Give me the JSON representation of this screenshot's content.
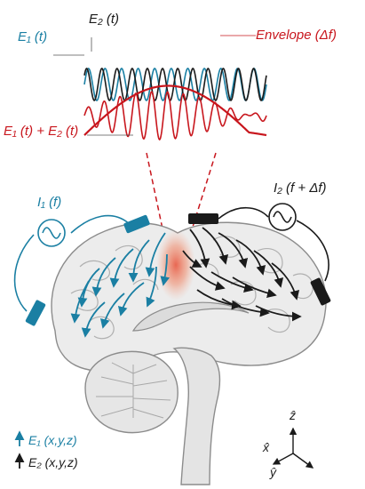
{
  "colors": {
    "field1": "#1a7fa3",
    "field2": "#1a1a1a",
    "envelope": "#c8161d",
    "hotspot": "#e8604a",
    "brain_fill": "#eeeeee",
    "brain_line": "#9a9a9a"
  },
  "waveform": {
    "e1_label": "E₁ (t)",
    "e2_label": "E₂ (t)",
    "sum_label": "E₁ (t) + E₂ (t)",
    "envelope_label": "Envelope (Δf)"
  },
  "sources": {
    "i1_label": "I₁ (f)",
    "i2_label": "I₂ (f + Δf)",
    "i1_icon": "ac-source-icon",
    "i2_icon": "ac-source-icon"
  },
  "legend": {
    "e1_field": "E₁ (x,y,z)",
    "e2_field": "E₂ (x,y,z)"
  },
  "axes": {
    "x": "x̂",
    "y": "ŷ",
    "z": "ẑ"
  }
}
